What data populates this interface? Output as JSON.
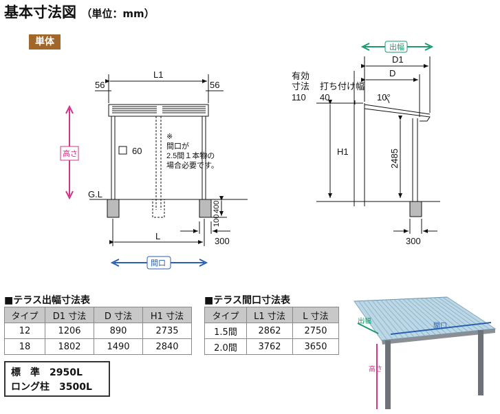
{
  "title": "基本寸法図",
  "unit": "（単位：mm）",
  "tag": "単体",
  "front": {
    "L1": "L1",
    "L": "L",
    "side_left": "56",
    "side_right": "56",
    "height_label": "高さ",
    "frontage_label": "間口",
    "post_size": "60",
    "gl": "G.L",
    "footing_depth": "400",
    "footing_height": "100",
    "footing_width": "300",
    "note": [
      "※",
      "間口が",
      "2.5間１本物の",
      "場合必要です。"
    ]
  },
  "side": {
    "depth_label": "出幅",
    "D1": "D1",
    "D": "D",
    "angle": "10°",
    "effective": [
      "有効",
      "寸法",
      "110"
    ],
    "nail_margin": "打ち付け幅",
    "nail_value": "40",
    "H1": "H1",
    "post_height": "2485",
    "footing_width": "300"
  },
  "table1": {
    "title": "■テラス出幅寸法表",
    "headers": [
      "タイプ",
      "D1 寸法",
      "D 寸法",
      "H1 寸法"
    ],
    "rows": [
      [
        "12",
        "1206",
        "890",
        "2735"
      ],
      [
        "18",
        "1802",
        "1490",
        "2840"
      ]
    ]
  },
  "table2": {
    "title": "■テラス間口寸法表",
    "headers": [
      "タイプ",
      "L1 寸法",
      "L 寸法"
    ],
    "rows": [
      [
        "1.5間",
        "2862",
        "2750"
      ],
      [
        "2.0間",
        "3762",
        "3650"
      ]
    ]
  },
  "pillars": [
    {
      "label": "標　準",
      "value": "2950L"
    },
    {
      "label": "ロング柱",
      "value": "3500L"
    }
  ],
  "illustration": {
    "depth_label": "出幅",
    "frontage_label": "間口",
    "height_label": "高さ"
  },
  "colors": {
    "depth": "#1a9a6a",
    "frontage": "#2a5fb0",
    "height": "#d0358a",
    "tag": "#a0662a"
  }
}
